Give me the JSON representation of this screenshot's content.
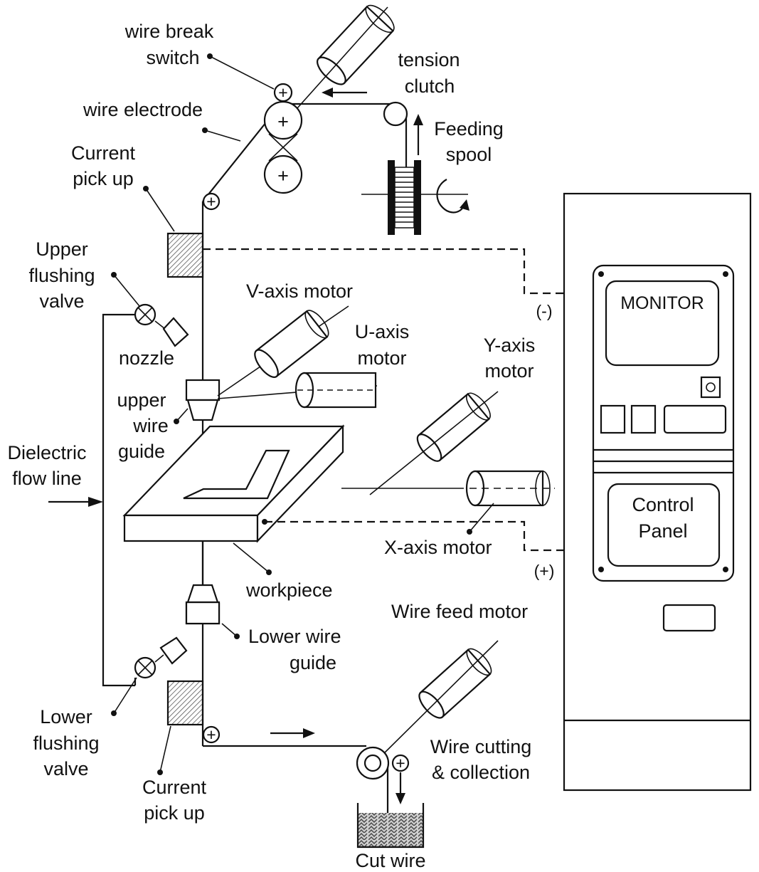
{
  "labels": {
    "wire_break_switch_1": "wire break",
    "wire_break_switch_2": "switch",
    "tension_clutch_1": "tension",
    "tension_clutch_2": "clutch",
    "wire_electrode": "wire electrode",
    "feeding_spool_1": "Feeding",
    "feeding_spool_2": "spool",
    "current_pick_up_top_1": "Current",
    "current_pick_up_top_2": "pick up",
    "upper_flushing_valve_1": "Upper",
    "upper_flushing_valve_2": "flushing",
    "upper_flushing_valve_3": "valve",
    "nozzle": "nozzle",
    "v_axis_motor": "V-axis motor",
    "u_axis_motor_1": "U-axis",
    "u_axis_motor_2": "motor",
    "y_axis_motor_1": "Y-axis",
    "y_axis_motor_2": "motor",
    "upper_wire_guide_1": "upper",
    "upper_wire_guide_2": "wire",
    "upper_wire_guide_3": "guide",
    "dielectric_flow_line_1": "Dielectric",
    "dielectric_flow_line_2": "flow line",
    "x_axis_motor": "X-axis motor",
    "workpiece": "workpiece",
    "wire_feed_motor": "Wire feed motor",
    "lower_wire_guide_1": "Lower wire",
    "lower_wire_guide_2": "guide",
    "lower_flushing_valve_1": "Lower",
    "lower_flushing_valve_2": "flushing",
    "lower_flushing_valve_3": "valve",
    "current_pick_up_bottom_1": "Current",
    "current_pick_up_bottom_2": "pick up",
    "wire_cutting_1": "Wire cutting",
    "wire_cutting_2": "& collection",
    "cut_wire": "Cut wire",
    "monitor": "MONITOR",
    "control_panel_1": "Control",
    "control_panel_2": "Panel",
    "terminal_negative": "(-)",
    "terminal_positive": "(+)"
  },
  "symbols": {
    "plus": "+"
  },
  "colors": {
    "line": "#111111",
    "background": "#ffffff",
    "hatch": "#555555"
  }
}
